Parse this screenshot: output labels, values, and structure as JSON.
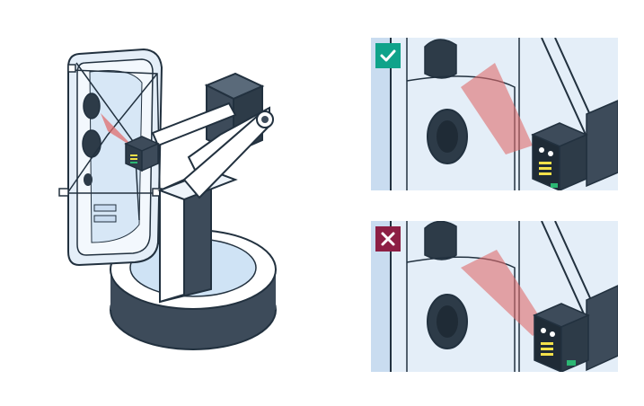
{
  "colors": {
    "outline": "#22313f",
    "dark": "#3d4b5a",
    "panel_fill": "#e4eef8",
    "panel_light": "#f3f8fd",
    "panel_accent": "#c9dcf0",
    "laser": "#e06d6d",
    "sensor_yellow": "#f3e14a",
    "sensor_green": "#2bb673",
    "ok": "#0fa38a",
    "fail": "#8d1f44"
  },
  "icons": {
    "correct": "check-icon",
    "incorrect": "cross-icon"
  },
  "panels": [
    {
      "id": "correct-alignment",
      "status": "correct"
    },
    {
      "id": "incorrect-alignment",
      "status": "incorrect"
    }
  ]
}
